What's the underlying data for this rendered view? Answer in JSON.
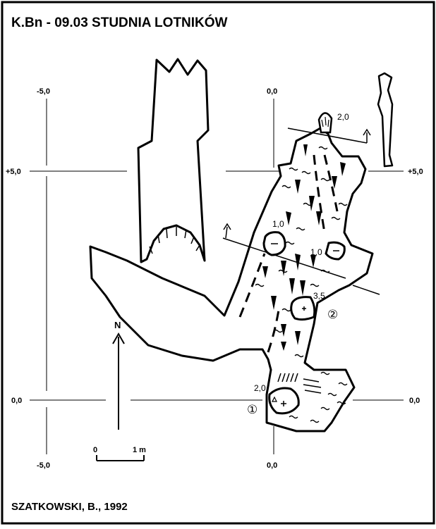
{
  "title": "K.Bn - 09.03  STUDNIA LOTNIKÓW",
  "author": "SZATKOWSKI, B., 1992",
  "grid": {
    "x_top_left": "-5,0",
    "x_top_center": "0,0",
    "x_bottom_left": "-5,0",
    "x_bottom_center": "0,0",
    "y_upper_left": "+5,0",
    "y_upper_right": "+5,0",
    "y_lower_left": "0,0",
    "y_lower_right": "0,0"
  },
  "north_label": "N",
  "scale": {
    "start": "0",
    "end": "1 m"
  },
  "depths": {
    "top": "2,0",
    "left_bulge": "1,0",
    "right_bulge": "1,0",
    "middle": "3,5",
    "bottom": "2,0"
  },
  "markers": {
    "entrance_1": "①",
    "entrance_2": "②"
  },
  "colors": {
    "ink": "#000000",
    "paper": "#ffffff"
  }
}
